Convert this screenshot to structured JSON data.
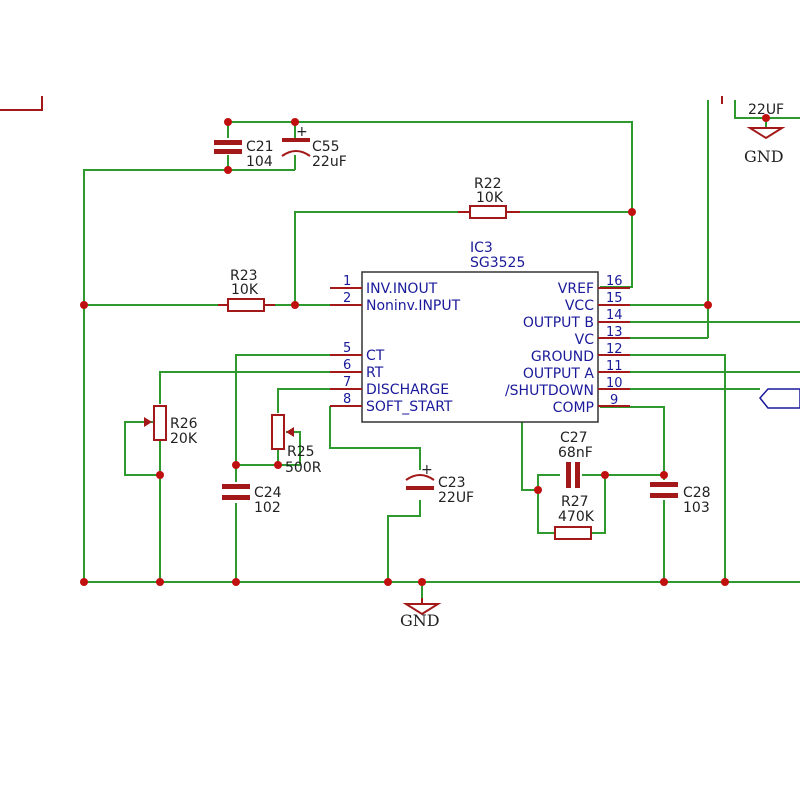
{
  "ic": {
    "ref": "IC3",
    "part": "SG3525",
    "left_pins": [
      {
        "num": "1",
        "name": "INV.INOUT"
      },
      {
        "num": "2",
        "name": "Noninv.INPUT"
      },
      {
        "num": "5",
        "name": "CT"
      },
      {
        "num": "6",
        "name": "RT"
      },
      {
        "num": "7",
        "name": "DISCHARGE"
      },
      {
        "num": "8",
        "name": "SOFT_START"
      }
    ],
    "right_pins": [
      {
        "num": "16",
        "name": "VREF"
      },
      {
        "num": "15",
        "name": "VCC"
      },
      {
        "num": "14",
        "name": "OUTPUT B"
      },
      {
        "num": "13",
        "name": "VC"
      },
      {
        "num": "12",
        "name": "GROUND"
      },
      {
        "num": "11",
        "name": "OUTPUT A"
      },
      {
        "num": "10",
        "name": "/SHUTDOWN"
      },
      {
        "num": "9",
        "name": "COMP"
      }
    ]
  },
  "components": {
    "c21": {
      "ref": "C21",
      "value": "104"
    },
    "c55": {
      "ref": "C55",
      "value": "22uF",
      "polarity": "+"
    },
    "r22": {
      "ref": "R22",
      "value": "10K"
    },
    "r23": {
      "ref": "R23",
      "value": "10K"
    },
    "r26": {
      "ref": "R26",
      "value": "20K"
    },
    "r25": {
      "ref": "R25",
      "value": "500R"
    },
    "c24": {
      "ref": "C24",
      "value": "102"
    },
    "c23": {
      "ref": "C23",
      "value": "22UF",
      "polarity": "+"
    },
    "c27": {
      "ref": "C27",
      "value": "68nF"
    },
    "r27": {
      "ref": "R27",
      "value": "470K"
    },
    "c28": {
      "ref": "C28",
      "value": "103"
    },
    "top_right_cap": {
      "value": "22UF"
    }
  },
  "ground_labels": {
    "main": "GND",
    "top_right": "GND"
  },
  "colors": {
    "wire": "#2e9a2e",
    "component": "#a31818",
    "pin_text": "#1a1a9a",
    "node": "#c01010"
  }
}
